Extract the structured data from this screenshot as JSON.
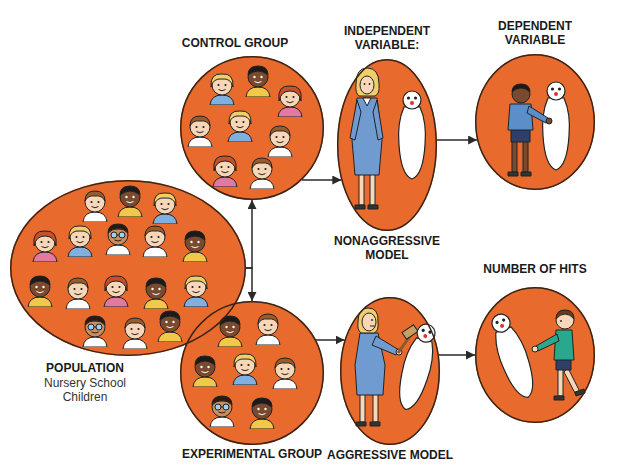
{
  "diagram": {
    "nodes": [
      {
        "text": [
          "POPULATION",
          "Nursery School Children"
        ]
      },
      {
        "text": [
          "CONTROL GROUP"
        ]
      },
      {
        "text": [
          "EXPERIMENTAL GROUP"
        ]
      },
      {
        "text": [
          "INDEPENDENT VARIABLE:",
          "NONAGGRESSIVE MODEL"
        ]
      },
      {
        "text": [
          "DEPENDENT VARIABLE"
        ]
      },
      {
        "text": [
          "AGGRESSIVE MODEL"
        ]
      },
      {
        "text": [
          "NUMBER OF HITS"
        ]
      }
    ],
    "edges": [
      {
        "from": 0,
        "to": 1,
        "arrow": "to"
      },
      {
        "from": 0,
        "to": 2,
        "arrow": "to"
      },
      {
        "from": 1,
        "to": 3,
        "arrow": "to"
      },
      {
        "from": 3,
        "to": 4,
        "arrow": "to"
      },
      {
        "from": 2,
        "to": 5,
        "arrow": "to"
      },
      {
        "from": 5,
        "to": 6,
        "arrow": "to"
      }
    ]
  }
}
